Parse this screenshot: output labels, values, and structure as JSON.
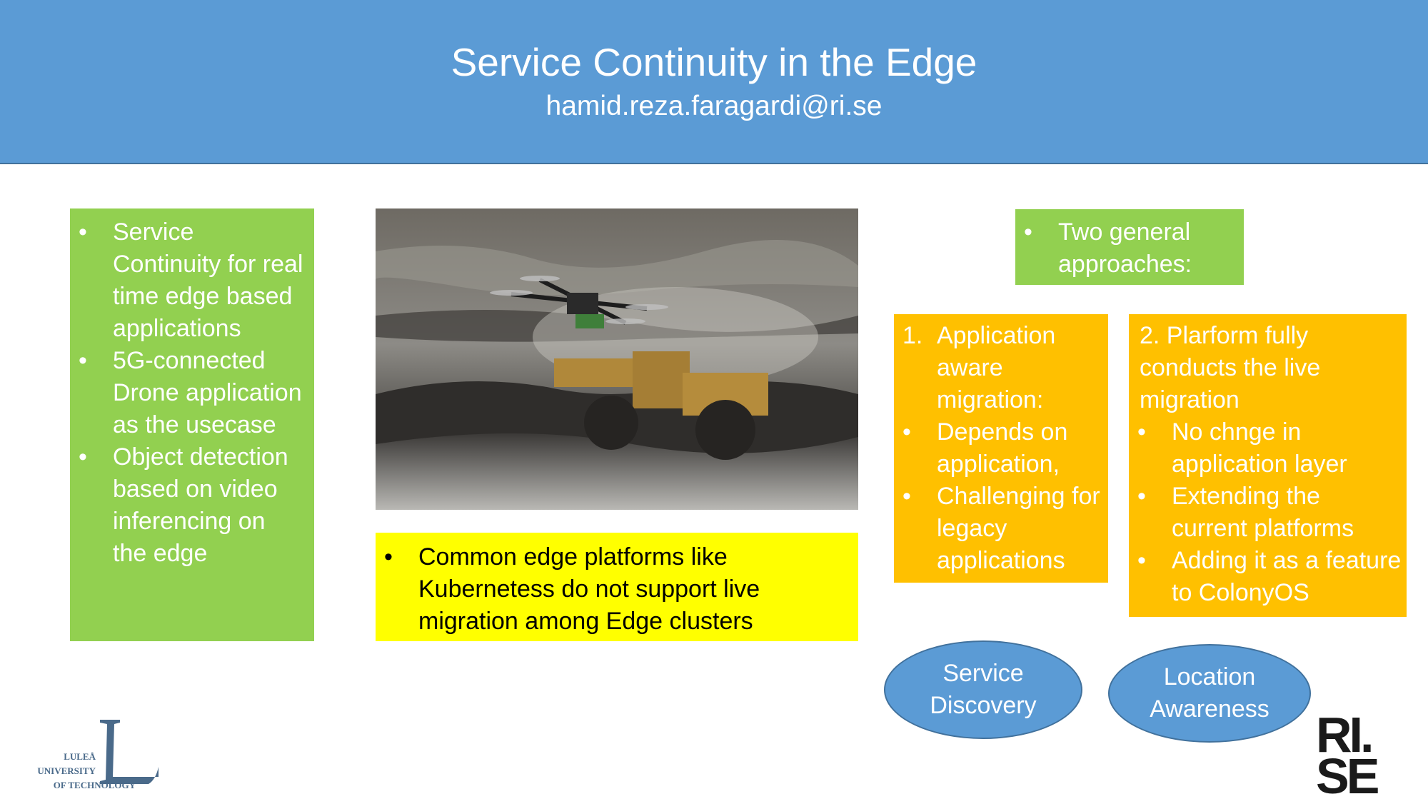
{
  "header": {
    "title": "Service Continuity in the Edge",
    "email": "hamid.reza.faragardi@ri.se"
  },
  "left_box": {
    "items": [
      "Service Continuity for real time edge based applications",
      "5G-connected Drone application as the usecase",
      "Object detection based on video inferencing on the edge"
    ]
  },
  "image": {
    "description_icon": "drone-over-mining-site-photo"
  },
  "middle_box": {
    "items": [
      "Common edge platforms like Kubernetess do not support live migration among Edge clusters"
    ]
  },
  "approaches_box": {
    "items": [
      "Two general approaches:"
    ]
  },
  "approach1": {
    "number": "1.",
    "title": "Application aware migration:",
    "items": [
      "Depends on application,",
      "Challenging for legacy applications"
    ]
  },
  "approach2": {
    "title": "2. Plarform fully conducts the live migration",
    "items": [
      "No chnge in application layer",
      "Extending the current platforms",
      "Adding it as a feature to ColonyOS"
    ]
  },
  "ellipses": {
    "service_discovery": "Service Discovery",
    "location_awareness": "Location Awareness"
  },
  "logos": {
    "ltu_line1": "LULEÅ",
    "ltu_line2": "UNIVERSITY",
    "ltu_line3": "OF TECHNOLOGY",
    "rise_line1": "RI.",
    "rise_line2": "SE"
  },
  "colors": {
    "header": "#5b9bd5",
    "green": "#92d050",
    "orange": "#ffc000",
    "yellow": "#ffff00"
  }
}
